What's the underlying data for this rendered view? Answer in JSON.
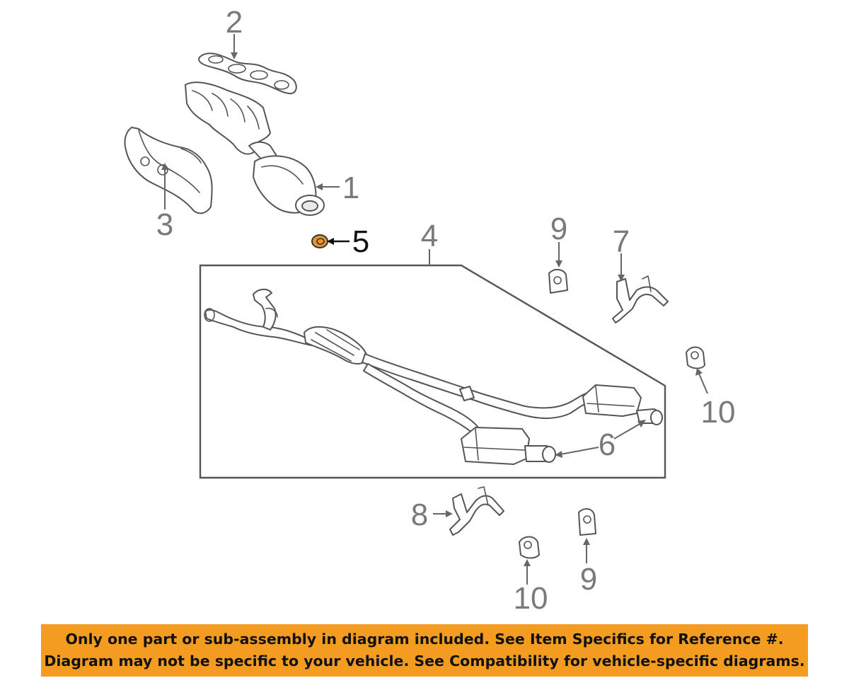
{
  "diagram": {
    "callouts": [
      {
        "id": "label-1",
        "text": "1"
      },
      {
        "id": "label-2",
        "text": "2"
      },
      {
        "id": "label-3",
        "text": "3"
      },
      {
        "id": "label-4",
        "text": "4"
      },
      {
        "id": "label-5",
        "text": "5",
        "highlighted": true
      },
      {
        "id": "label-6",
        "text": "6"
      },
      {
        "id": "label-7",
        "text": "7"
      },
      {
        "id": "label-8",
        "text": "8"
      },
      {
        "id": "label-9a",
        "text": "9"
      },
      {
        "id": "label-9b",
        "text": "9"
      },
      {
        "id": "label-10a",
        "text": "10"
      },
      {
        "id": "label-10b",
        "text": "10"
      }
    ],
    "parts": {
      "1": "catalytic-converter-manifold",
      "2": "manifold-gasket",
      "3": "heat-shield",
      "4": "exhaust-system-assembly",
      "5": "gasket-highlighted",
      "6": "muffler-tailpipes",
      "7": "hanger-bracket",
      "8": "hanger-bracket",
      "9": "rubber-insulator",
      "10": "rubber-hanger"
    },
    "colors": {
      "highlight_fill": "#e8952f",
      "line_art": "#555555",
      "callout_text": "#7a7a7a"
    }
  },
  "banner": {
    "line1": "Only one part or sub-assembly in diagram included. See Item Specifics for Reference #.",
    "line2": "Diagram may not be specific to your vehicle. See Compatibility for vehicle-specific diagrams.",
    "background": "#f39c1f"
  }
}
